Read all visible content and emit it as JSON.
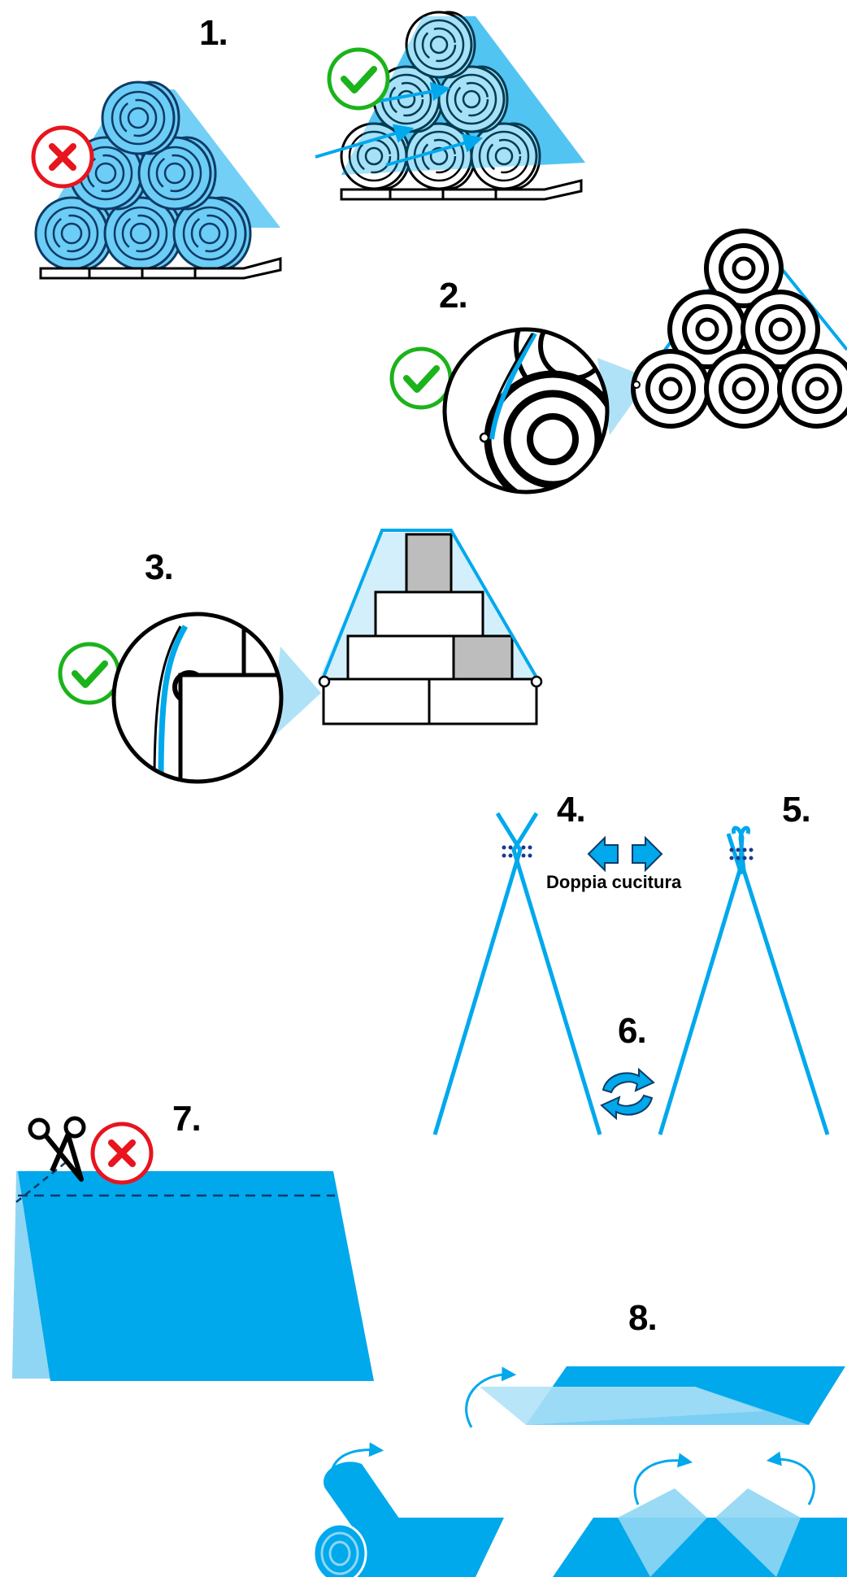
{
  "colors": {
    "cover_blue": "#00a8ec",
    "cover_light": "#5ec6f0",
    "cover_translucent": "#8fd6f4",
    "roll_fill": "#6ccdf6",
    "stroke_dark": "#000000",
    "check_green": "#1bb31b",
    "cross_red": "#e8141e",
    "stitch_navy": "#1a3a8c",
    "box_grey": "#bdbdbd"
  },
  "steps": {
    "s1": "1.",
    "s2": "2.",
    "s3": "3.",
    "s4": "4.",
    "s5": "5.",
    "s6": "6.",
    "s7": "7.",
    "s8": "8."
  },
  "labels": {
    "double_stitch": "Doppia cucitura"
  },
  "icons": {
    "wrong": "cross-circle-icon",
    "right": "check-circle-icon",
    "scissors": "scissors-icon",
    "horizontal_arrows": "left-right-arrows-icon",
    "rotate": "rotate-arrows-icon",
    "fold": "curved-arrow-icon"
  }
}
